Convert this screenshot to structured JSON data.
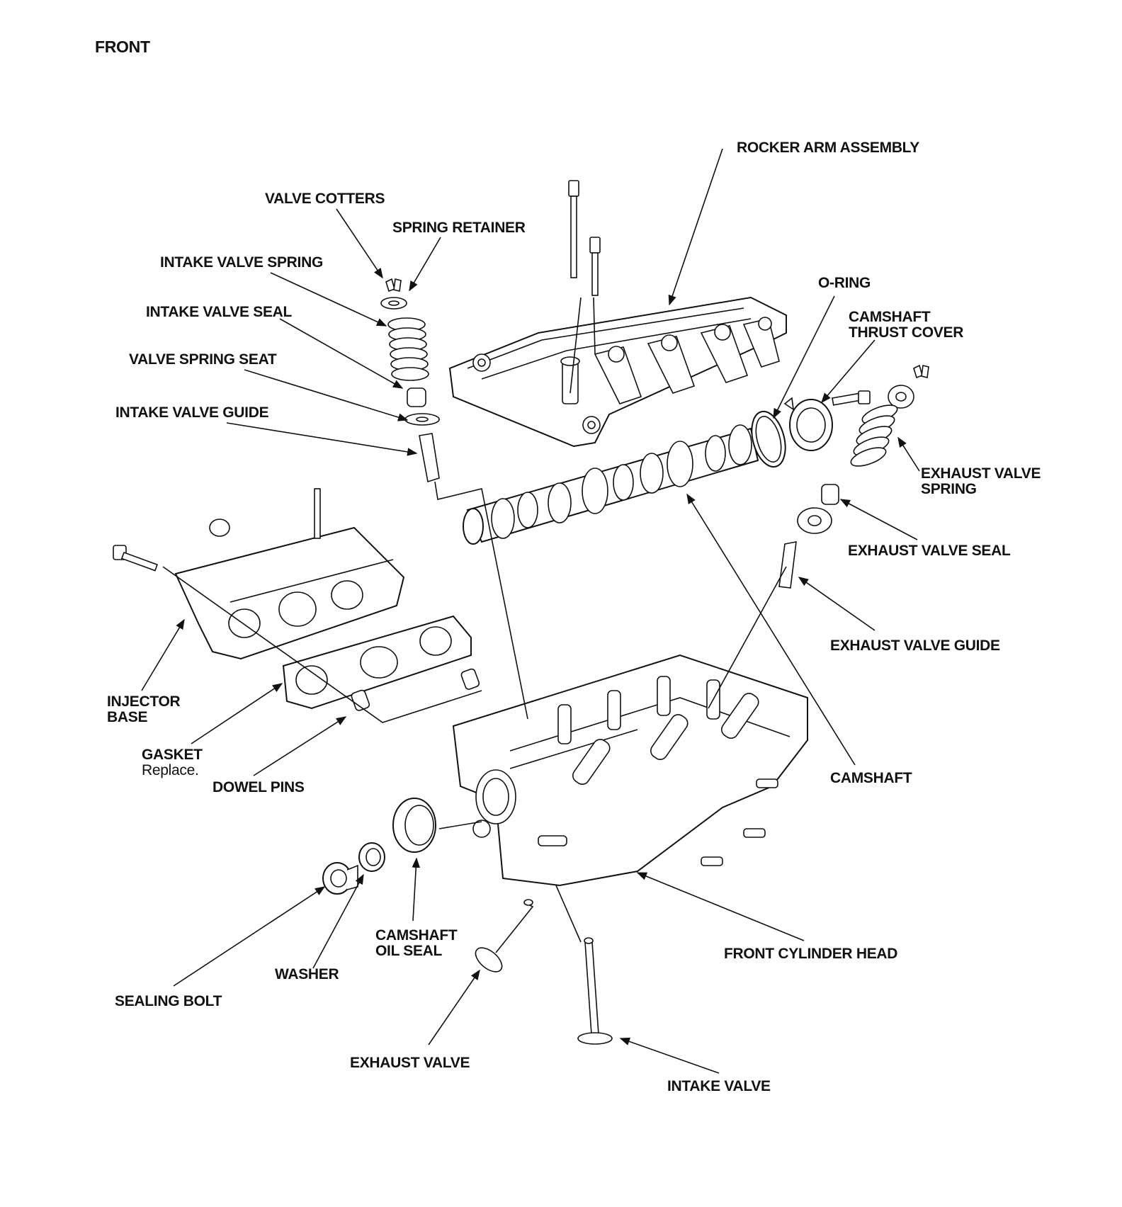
{
  "diagram": {
    "title": "FRONT",
    "labels": {
      "rocker_arm_assembly": "ROCKER ARM ASSEMBLY",
      "valve_cotters": "VALVE COTTERS",
      "spring_retainer": "SPRING RETAINER",
      "intake_valve_spring": "INTAKE VALVE SPRING",
      "intake_valve_seal": "INTAKE VALVE SEAL",
      "valve_spring_seat": "VALVE SPRING SEAT",
      "intake_valve_guide": "INTAKE VALVE GUIDE",
      "o_ring": "O-RING",
      "camshaft_thrust_cover_1": "CAMSHAFT",
      "camshaft_thrust_cover_2": "THRUST COVER",
      "exhaust_valve_spring_1": "EXHAUST VALVE",
      "exhaust_valve_spring_2": "SPRING",
      "exhaust_valve_seal": "EXHAUST VALVE SEAL",
      "exhaust_valve_guide": "EXHAUST VALVE GUIDE",
      "injector_base_1": "INJECTOR",
      "injector_base_2": "BASE",
      "gasket": "GASKET",
      "gasket_note": "Replace.",
      "dowel_pins": "DOWEL PINS",
      "camshaft": "CAMSHAFT",
      "camshaft_oil_seal_1": "CAMSHAFT",
      "camshaft_oil_seal_2": "OIL SEAL",
      "front_cylinder_head": "FRONT CYLINDER HEAD",
      "washer": "WASHER",
      "sealing_bolt": "SEALING BOLT",
      "exhaust_valve": "EXHAUST VALVE",
      "intake_valve": "INTAKE VALVE"
    }
  }
}
